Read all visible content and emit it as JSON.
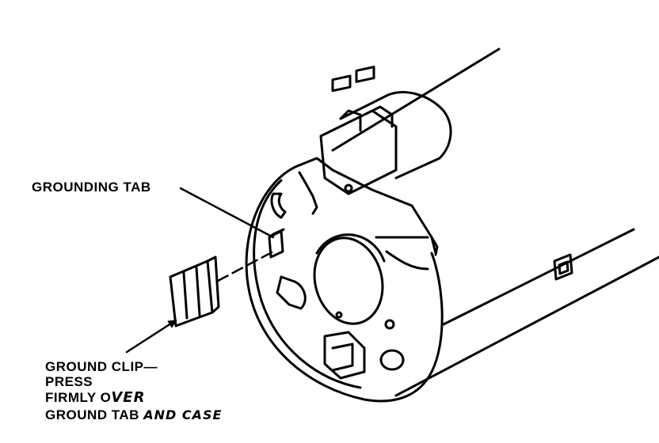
{
  "labels": {
    "grounding_tab": "GROUNDING TAB",
    "ground_clip_line1": "GROUND CLIP—",
    "ground_clip_line2": "PRESS",
    "ground_clip_line3_print": "FIRMLY O",
    "ground_clip_line3_hand": "VER",
    "ground_clip_line4_print": "GROUND TAB",
    "ground_clip_line4_hand": "AND CASE"
  },
  "colors": {
    "ink": "#000000",
    "paper": "#ffffff"
  }
}
